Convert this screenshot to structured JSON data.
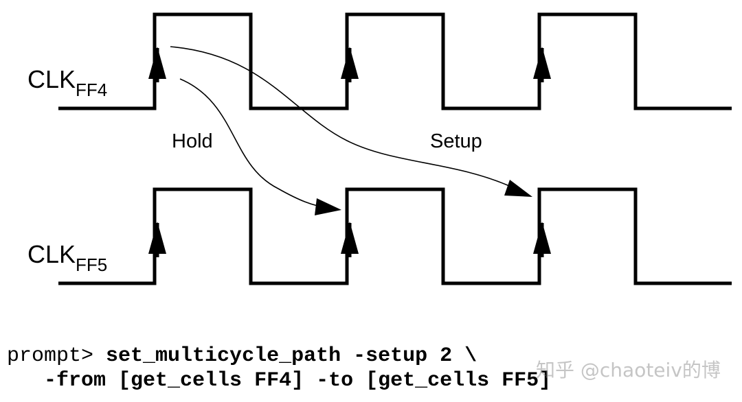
{
  "signals": [
    {
      "id": "ff4",
      "name": "CLK",
      "subscript": "FF4"
    },
    {
      "id": "ff5",
      "name": "CLK",
      "subscript": "FF5"
    }
  ],
  "annotations": {
    "hold": "Hold",
    "setup": "Setup"
  },
  "command": {
    "prompt": "prompt> ",
    "line1": "set_multicycle_path -setup 2 \\",
    "line2": "-from [get_cells FF4] -to [get_cells FF5]"
  },
  "watermark": "知乎 @chaoteiv的博"
}
